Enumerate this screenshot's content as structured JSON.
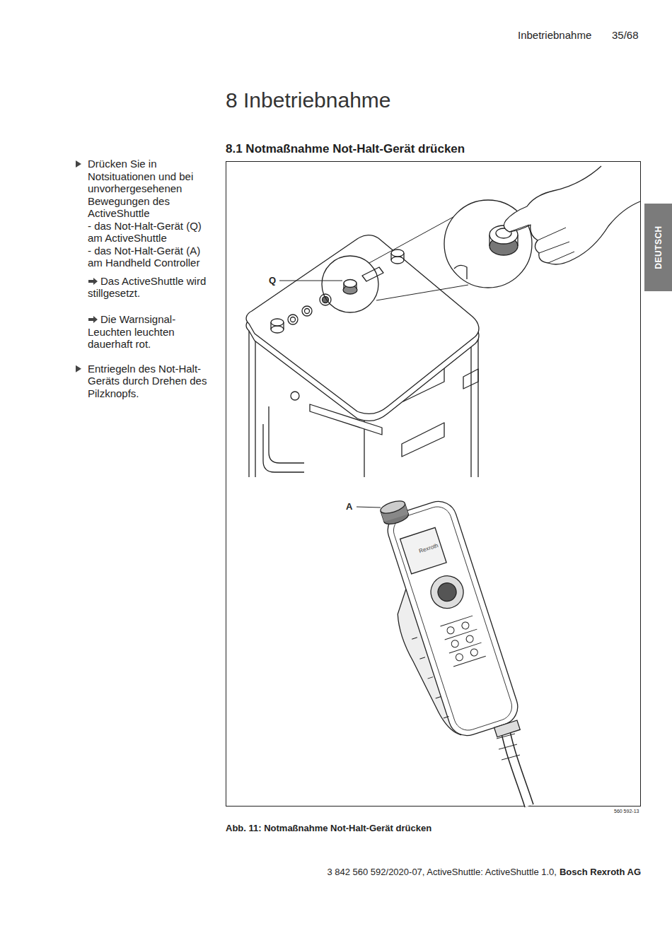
{
  "diagram": {
    "title": "8 Inbetriebnahme",
    "caption": "Abb. 11: Notmaßnahme Not-Halt-Gerät drücken",
    "nodes": [
      {
        "text": [
          "DEUTSCH"
        ]
      }
    ],
    "labels": [
      "Inbetriebnahme",
      "35/68",
      "8.1 Notmaßnahme Not-Halt-Gerät drücken",
      "Drücken Sie in Notsituationen und bei unvorhergesehenen Bewegungen des ActiveShuttle",
      "- das Not-Halt-Gerät (Q) am ActiveShuttle",
      "- das Not-Halt-Gerät (A) am Handheld Controller",
      "Das ActiveShuttle wird stillgesetzt.",
      "Die Warnsignal-Leuchten leuchten dauerhaft rot.",
      "Entriegeln des Not-Halt-Geräts durch Drehen des Pilzknopfs.",
      "Q",
      "A",
      "Rexroth",
      "560 592-13",
      "3 842 560 592/2020-07, ActiveShuttle: ActiveShuttle 1.0,",
      "Bosch Rexroth AG"
    ]
  }
}
